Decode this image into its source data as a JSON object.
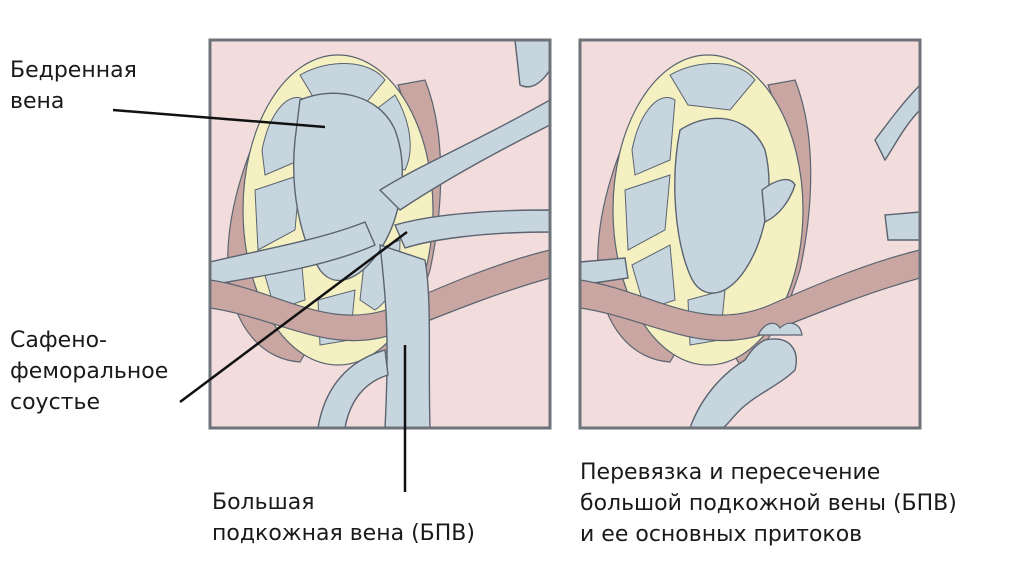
{
  "labels": {
    "femoral_vein": [
      "Бедренная",
      "вена"
    ],
    "saphenofemoral_junction": [
      "Сафено-",
      "феморальное",
      "соустье"
    ],
    "great_saphenous_vein": [
      "Большая",
      "подкожная вена (БПВ)"
    ],
    "ligation_caption": [
      "Перевязка и пересечение",
      "большой подкожной вены (БПВ)",
      "и ее основных притоков"
    ]
  },
  "colors": {
    "background_tissue": "#f2dcdc",
    "vein": "#c7d5de",
    "muscle": "#c9a6a2",
    "fat": "#f4f0c2",
    "outline": "#5a6470",
    "frame": "#6e737a",
    "pointer_line": "#111111"
  }
}
